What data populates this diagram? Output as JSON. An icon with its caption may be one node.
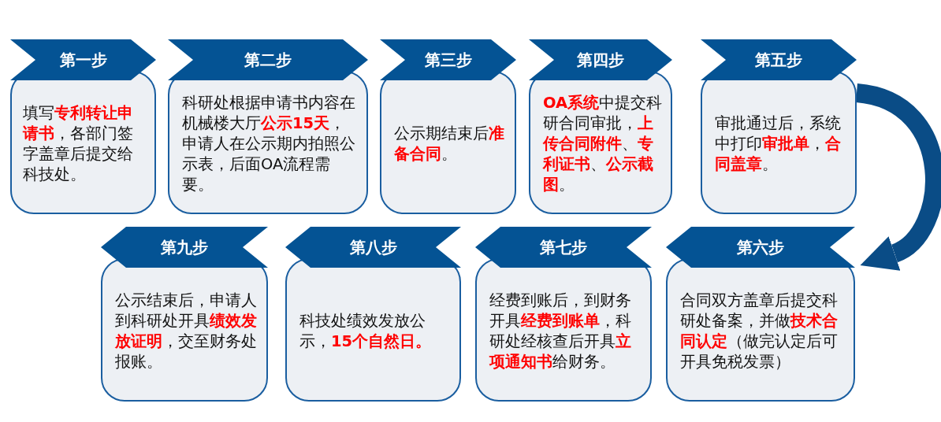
{
  "diagram": {
    "nodes": [
      {
        "text": [
          "第一步",
          "填写**专利转让申请书**，各部门签字盖章后提交给科技处。"
        ]
      },
      {
        "text": [
          "第二步",
          "科研处根据申请书内容在机械楼大厅**公示15天**，申请人在公示期内拍照公示表，后面OA流程需要。"
        ]
      },
      {
        "text": [
          "第三步",
          "公示期结束后**准备合同**。"
        ]
      },
      {
        "text": [
          "第四步",
          "**OA系统**中提交科研合同审批，**上传合同附件**、**专利证书**、**公示截图**。"
        ]
      },
      {
        "text": [
          "第五步",
          "审批通过后，系统中打印**审批单**，**合同盖章**。"
        ]
      },
      {
        "text": [
          "第九步",
          "公示结束后，申请人到科研处开具**绩效发放证明**，交至财务处报账。"
        ]
      },
      {
        "text": [
          "第八步",
          "科技处绩效发放公示，**15个自然日。**"
        ]
      },
      {
        "text": [
          "第七步",
          "经费到账后，到财务开具**经费到账单**，科研处经核查后开具**立项通知书**给财务。"
        ]
      },
      {
        "text": [
          "第六步",
          "合同双方盖章后提交科研处备案，并做**技术合同认定**（做完认定后可开具免税发票）"
        ]
      }
    ],
    "edges": [
      {
        "from": 4,
        "to": 8,
        "arrow": "to"
      }
    ]
  }
}
